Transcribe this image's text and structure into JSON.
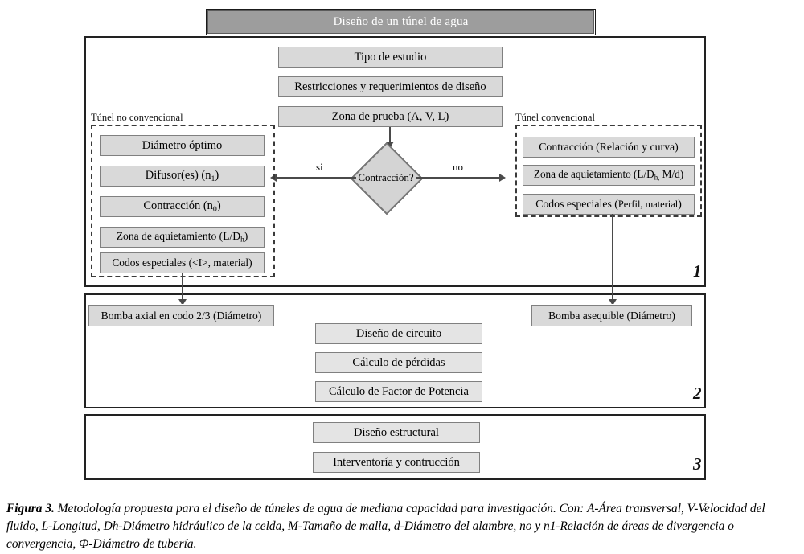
{
  "title": "Diseño de un túnel de agua",
  "sections": [
    {
      "num": "1"
    },
    {
      "num": "2"
    },
    {
      "num": "3"
    }
  ],
  "top_chain": [
    "Tipo de estudio",
    "Restricciones y requerimientos de diseño",
    "Zona de prueba (A, V, L)"
  ],
  "decision": {
    "label": "Contracción?",
    "yes_label": "si",
    "no_label": "no"
  },
  "left_group": {
    "label": "Túnel no convencional",
    "items": [
      {
        "text": "Diámetro óptimo"
      },
      {
        "text": "Difusor(es) (n",
        "sub": "1",
        "tail": ")"
      },
      {
        "text": "Contracción (n",
        "sub": "0",
        "tail": ")"
      },
      {
        "text": "Zona de aquietamiento (L/D",
        "sub": "h",
        "tail": ")"
      },
      {
        "text": "Codos especiales (<I>, material)"
      }
    ]
  },
  "right_group": {
    "label": "Túnel convencional",
    "items": [
      {
        "text": "Contracción (Relación y curva)"
      },
      {
        "text": "Zona de aquietamiento (L/D",
        "sub": "h,",
        "tail": " M/d)"
      },
      {
        "text": "Codos especiales (",
        "small": "Perfil, material",
        "tail": ")"
      }
    ]
  },
  "pumps": {
    "left": "Bomba axial en codo 2/3 (Diámetro)",
    "right": "Bomba asequible (Diámetro)"
  },
  "section2_center": [
    "Diseño de circuito",
    "Cálculo de pérdidas",
    "Cálculo de Factor de Potencia"
  ],
  "section3_center": [
    "Diseño estructural",
    "Interventoría y contrucción"
  ],
  "caption": {
    "figure_label": "Figura 3.",
    "text": " Metodología propuesta para el diseño de túneles de agua de mediana capacidad para investigación. Con: A-Área transversal, V-Velocidad del fluido, L-Longitud, Dh-Diámetro hidráulico de la celda, M-Tamaño de malla, d-Diámetro del alambre, no y n1-Relación de áreas de divergencia o convergencia, Ф-Diámetro de tubería."
  },
  "colors": {
    "box_fill": "#d9d9d9",
    "box_fill_light": "#e4e4e4",
    "title_fill": "#9d9d9d",
    "line": "#4a4a4a",
    "frame": "#222222"
  }
}
